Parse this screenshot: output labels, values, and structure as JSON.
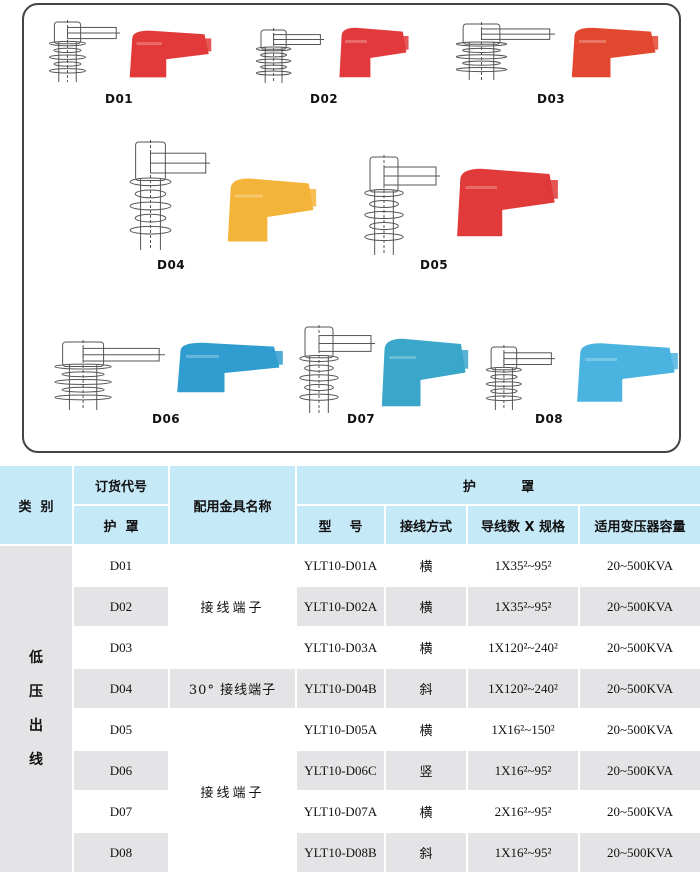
{
  "products": [
    {
      "code": "D01",
      "cap_color": "#e2393a"
    },
    {
      "code": "D02",
      "cap_color": "#e23a3c"
    },
    {
      "code": "D03",
      "cap_color": "#e2472f"
    },
    {
      "code": "D04",
      "cap_color": "#f4b43a"
    },
    {
      "code": "D05",
      "cap_color": "#e13a3a"
    },
    {
      "code": "D06",
      "cap_color": "#2f9dcf"
    },
    {
      "code": "D07",
      "cap_color": "#3aa6c9"
    },
    {
      "code": "D08",
      "cap_color": "#4bb3df"
    }
  ],
  "table": {
    "header": {
      "category": "类  别",
      "order_code": "订货代号",
      "order_code_sub": "护  罩",
      "fitting": "配用金具名称",
      "cover": "护          罩",
      "model": "型    号",
      "wiring": "接线方式",
      "spec": "导线数 X 规格",
      "capacity": "适用变压器容量"
    },
    "category_value": "低\n压\n出\n线",
    "fitting_groups": [
      "接线端子",
      "30° 接线端子",
      "接线端子"
    ],
    "rows": [
      {
        "code": "D01",
        "model": "YLT10-D01A",
        "wiring": "横",
        "spec": "1X35²~95²",
        "capacity": "20~500KVA"
      },
      {
        "code": "D02",
        "model": "YLT10-D02A",
        "wiring": "横",
        "spec": "1X35²~95²",
        "capacity": "20~500KVA"
      },
      {
        "code": "D03",
        "model": "YLT10-D03A",
        "wiring": "横",
        "spec": "1X120²~240²",
        "capacity": "20~500KVA"
      },
      {
        "code": "D04",
        "model": "YLT10-D04B",
        "wiring": "斜",
        "spec": "1X120²~240²",
        "capacity": "20~500KVA"
      },
      {
        "code": "D05",
        "model": "YLT10-D05A",
        "wiring": "横",
        "spec": "1X16²~150²",
        "capacity": "20~500KVA"
      },
      {
        "code": "D06",
        "model": "YLT10-D06C",
        "wiring": "竖",
        "spec": "1X16²~95²",
        "capacity": "20~500KVA"
      },
      {
        "code": "D07",
        "model": "YLT10-D07A",
        "wiring": "横",
        "spec": "2X16²~95²",
        "capacity": "20~500KVA"
      },
      {
        "code": "D08",
        "model": "YLT10-D08B",
        "wiring": "斜",
        "spec": "1X16²~95²",
        "capacity": "20~500KVA"
      }
    ]
  }
}
